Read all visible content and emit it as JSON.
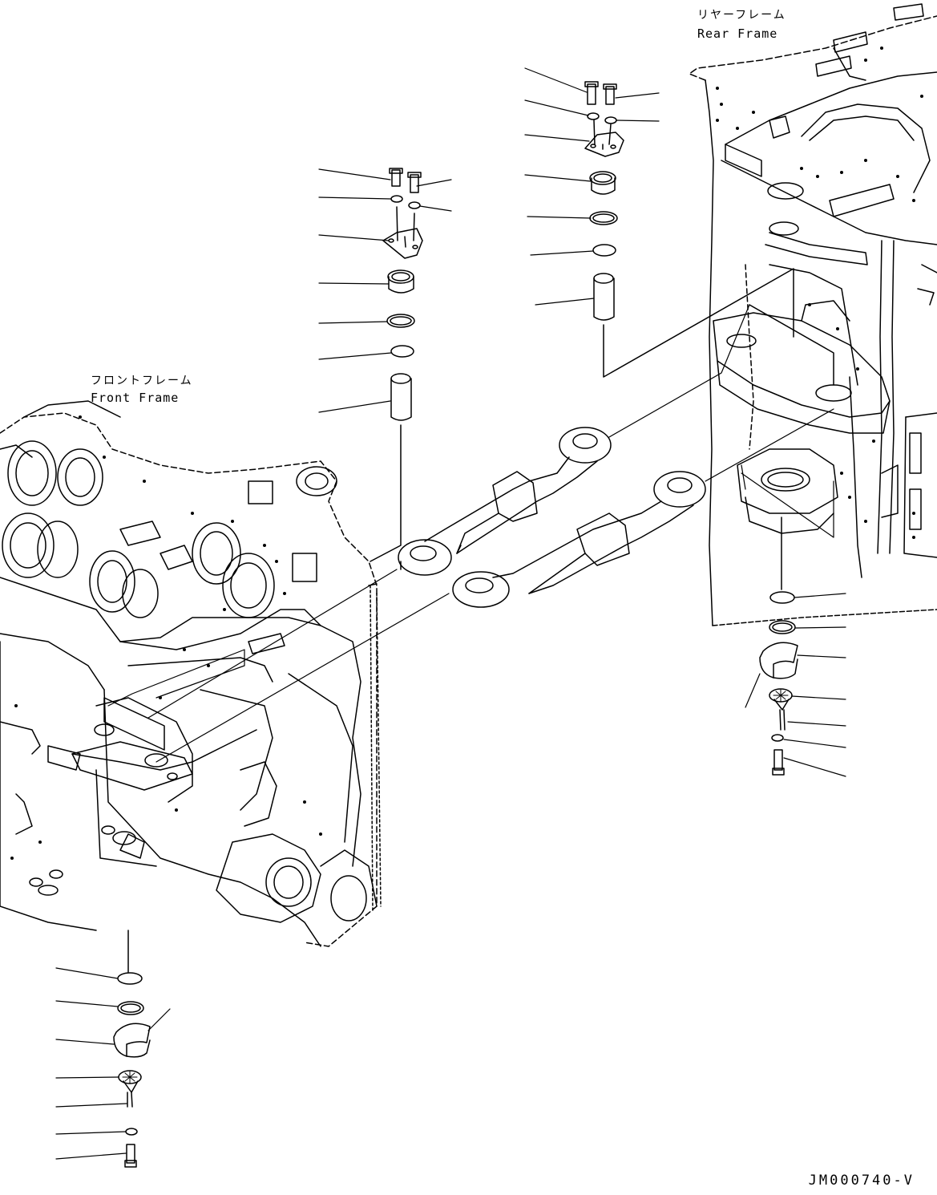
{
  "labels": {
    "rear_frame_jp": "リヤーフレーム",
    "rear_frame_en": "Rear Frame",
    "front_frame_jp": "フロントフレーム",
    "front_frame_en": "Front Frame"
  },
  "drawing_code": "JM000740-V"
}
